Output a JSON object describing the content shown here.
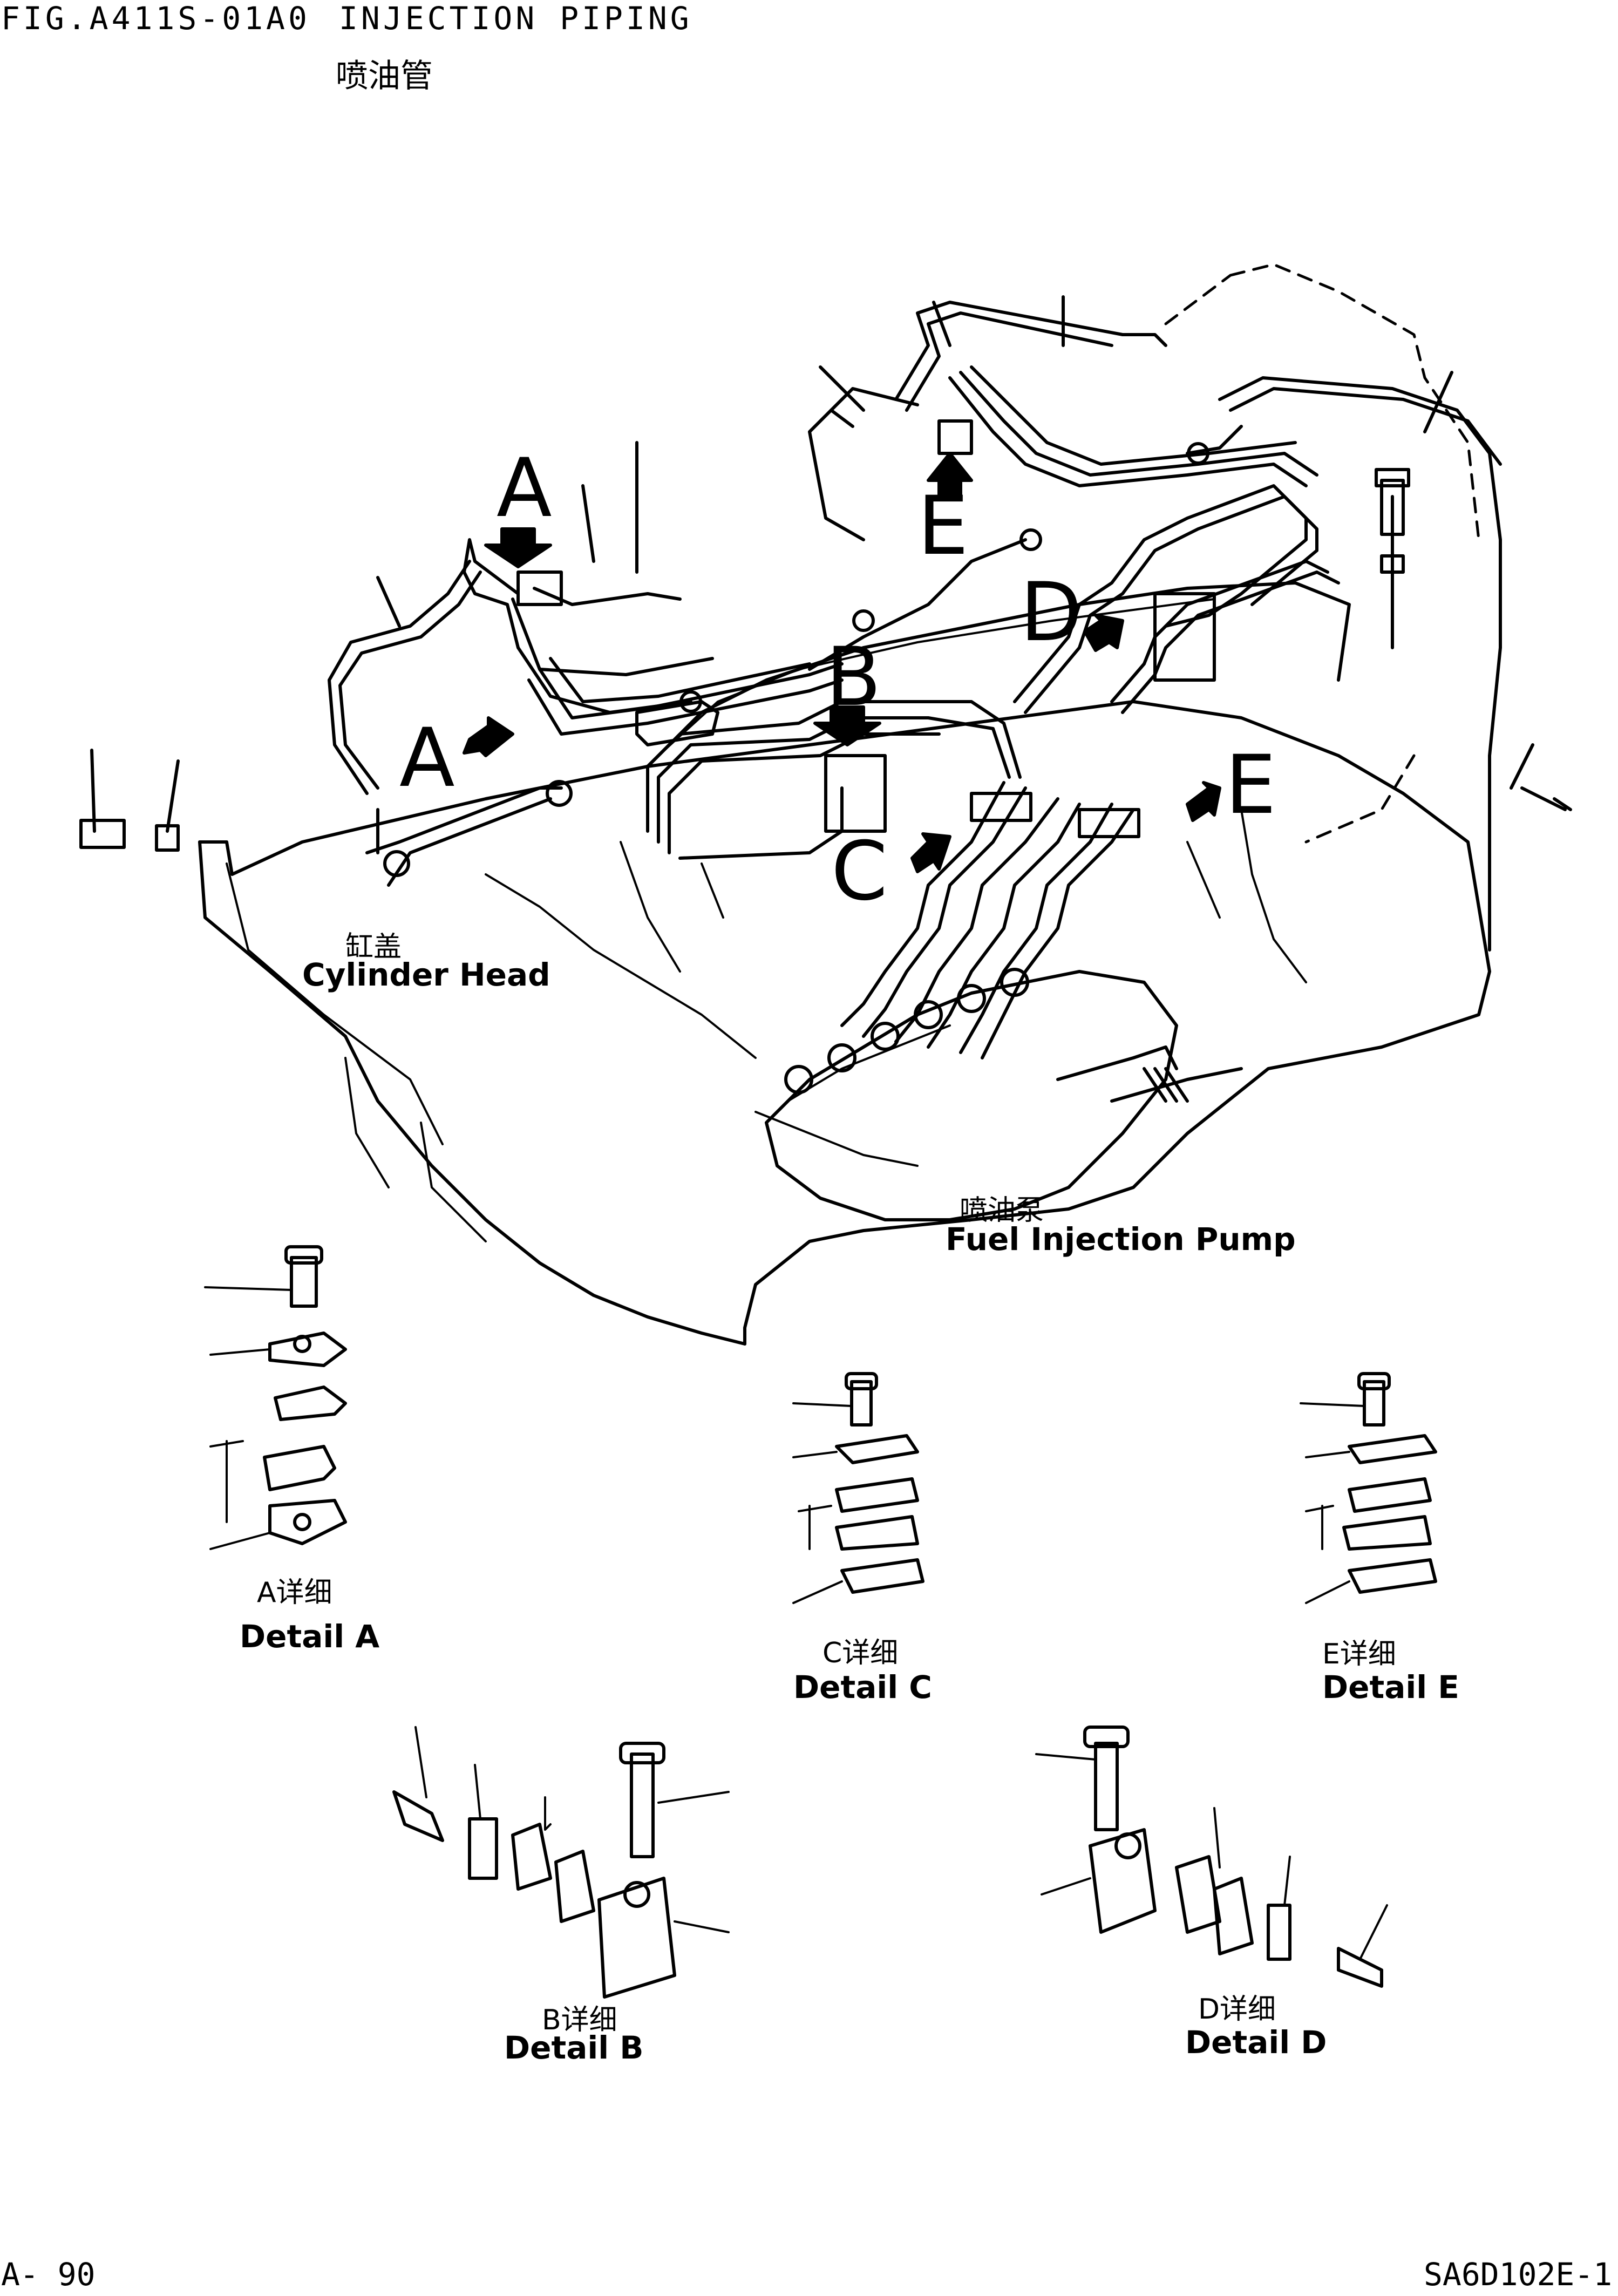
{
  "header": {
    "figure_number": "FIG.A411S-01A0",
    "title_en": "INJECTION PIPING",
    "title_cn": "喷油管"
  },
  "main_view": {
    "callouts": [
      "A",
      "A",
      "B",
      "C",
      "D",
      "E",
      "E"
    ],
    "labels": {
      "cylinder_head_cn": "缸盖",
      "cylinder_head_en": "Cylinder Head",
      "pump_cn": "喷油泵",
      "pump_en": "Fuel Injection Pump"
    }
  },
  "details": [
    {
      "id": "A",
      "label_cn": "A详细",
      "label_en": "Detail A"
    },
    {
      "id": "B",
      "label_cn": "B详细",
      "label_en": "Detail B"
    },
    {
      "id": "C",
      "label_cn": "C详细",
      "label_en": "Detail C"
    },
    {
      "id": "D",
      "label_cn": "D详细",
      "label_en": "Detail D"
    },
    {
      "id": "E",
      "label_cn": "E详细",
      "label_en": "Detail E"
    }
  ],
  "footer": {
    "page": "A- 90",
    "model_code": "SA6D102E-1"
  }
}
